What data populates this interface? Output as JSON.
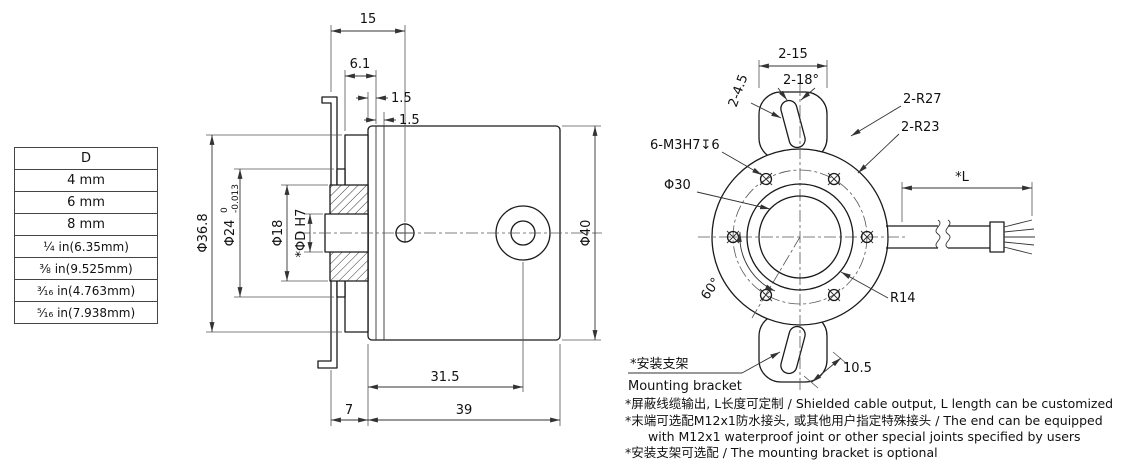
{
  "table": {
    "header": "D",
    "rows": [
      "4 mm",
      "6 mm",
      "8 mm",
      "¼ in(6.35mm)",
      "⅜ in(9.525mm)",
      "³⁄₁₆ in(4.763mm)",
      "⁵⁄₁₆ in(7.938mm)"
    ]
  },
  "side_view": {
    "dim_15": "15",
    "dim_6_1": "6.1",
    "dim_1_5_a": "1.5",
    "dim_1_5_b": "1.5",
    "dia_36_8": "Φ36.8",
    "dia_24": "Φ24",
    "dia_24_tol_upper": "0",
    "dia_24_tol_lower": "-0.013",
    "dia_18": "Φ18",
    "dia_d": "*ΦD H7",
    "dia_40": "Φ40",
    "dim_31_5": "31.5",
    "dim_7": "7",
    "dim_39": "39"
  },
  "front_view": {
    "dim_2_15": "2-15",
    "dim_2_18": "2-18°",
    "dim_2_4_5": "2-4.5",
    "dim_2_r27": "2-R27",
    "dim_2_r23": "2-R23",
    "dim_6_m3": "6-M3H7↧6",
    "dia_30": "Φ30",
    "dim_l": "*L",
    "dim_60": "60°",
    "dim_r14": "R14",
    "dim_10_5": "10.5",
    "bracket_zh": "*安装支架",
    "bracket_en": "Mounting bracket"
  },
  "notes": [
    "*屏蔽线缆输出, L长度可定制 / Shielded cable output, L length can be customized",
    "*末端可选配M12x1防水接头, 或其他用户指定特殊接头 / The end can be equipped",
    "with M12x1 waterproof joint or other special joints specified by users",
    "*安装支架可选配 / The mounting bracket is optional"
  ]
}
